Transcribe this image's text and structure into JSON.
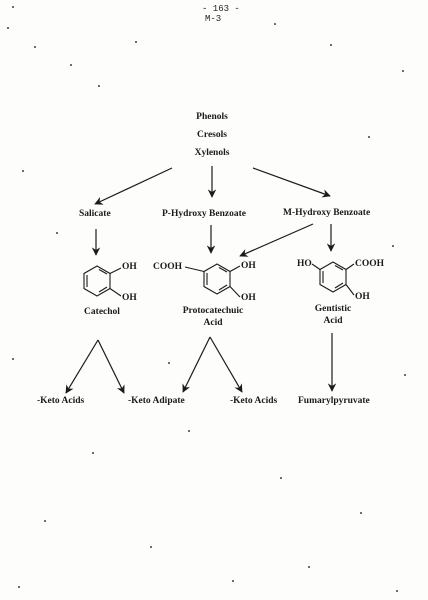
{
  "header": {
    "page_number": "- 163 -",
    "section": "M-3"
  },
  "sources": [
    "Phenols",
    "Cresols",
    "Xylenols"
  ],
  "intermediates": {
    "salicate": "Salicate",
    "p_hydroxy_benzoate": "P-Hydroxy Benzoate",
    "m_hydroxy_benzoate": "M-Hydroxy Benzoate"
  },
  "compounds": {
    "catechol": {
      "name": "Catechol",
      "oh_top": "OH",
      "oh_bottom": "OH"
    },
    "protocatechuic": {
      "name_line1": "Protocatechuic",
      "name_line2": "Acid",
      "cooh": "COOH",
      "oh_top": "OH",
      "oh_bottom": "OH"
    },
    "gentistic": {
      "name_line1": "Gentistic",
      "name_line2": "Acid",
      "ho": "HO",
      "cooh": "COOH",
      "oh": "OH"
    }
  },
  "products": {
    "keto_acids_left": "-Keto Acids",
    "keto_adipate": "-Keto Adipate",
    "keto_acids_right": "-Keto Acids",
    "fumarylpyruvate": "Fumarylpyruvate"
  }
}
